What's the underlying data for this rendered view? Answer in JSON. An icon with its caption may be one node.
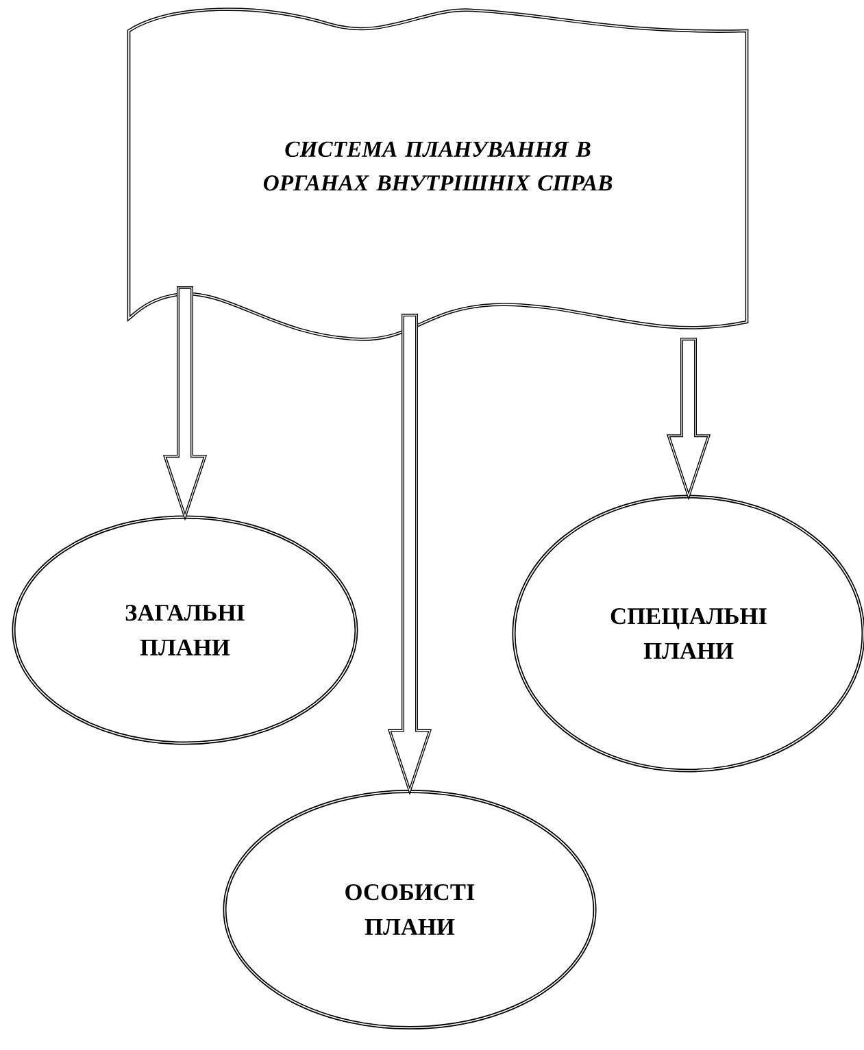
{
  "diagram": {
    "nodes": [
      {
        "text": [
          "СИСТЕМА ПЛАНУВАННЯ В ОРГАНАХ ВНУТРІШНІХ СПРАВ"
        ]
      },
      {
        "text": [
          "ЗАГАЛЬНІ ПЛАНИ"
        ]
      },
      {
        "text": [
          "СПЕЦІАЛЬНІ ПЛАНИ"
        ]
      },
      {
        "text": [
          "ОСОБИСТІ ПЛАНИ"
        ]
      }
    ],
    "edges": [
      {
        "from": 0,
        "to": 1,
        "arrow": "to"
      },
      {
        "from": 0,
        "to": 3,
        "arrow": "to"
      },
      {
        "from": 0,
        "to": 2,
        "arrow": "to"
      }
    ]
  }
}
